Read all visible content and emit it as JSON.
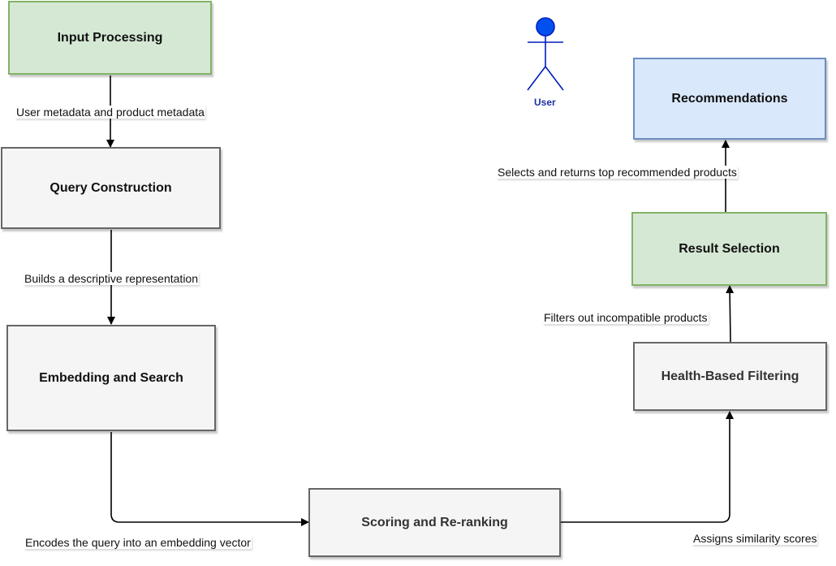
{
  "nodes": {
    "input_processing": "Input Processing",
    "query_construction": "Query Construction",
    "embedding_search": "Embedding and Search",
    "scoring_reranking": "Scoring and Re-ranking",
    "health_filtering": "Health-Based Filtering",
    "result_selection": "Result Selection",
    "recommendations": "Recommendations"
  },
  "edges": {
    "input_to_query": "User metadata and product metadata",
    "query_to_embedding": "Builds a descriptive representation",
    "embedding_to_scoring": "Encodes the query into an embedding vector",
    "scoring_to_health": "Assigns similarity scores",
    "health_to_result": "Filters out incompatible products",
    "result_to_recs": "Selects and returns top recommended products"
  },
  "actor": {
    "label": "User",
    "icon": "stick-figure-user-icon"
  },
  "colors": {
    "process_fill": "#f5f5f5",
    "process_stroke": "#666666",
    "green_fill": "#d5e8d4",
    "green_stroke": "#82b366",
    "blue_fill": "#dae8fc",
    "blue_stroke": "#6c8ebf",
    "actor": "#0050ef"
  }
}
